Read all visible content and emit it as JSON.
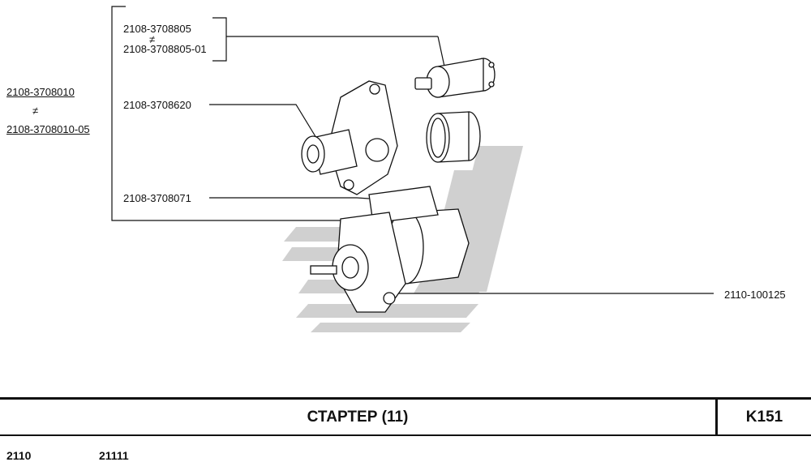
{
  "labels": {
    "assembly_1": "2108-3708010",
    "assembly_neq": "≠",
    "assembly_2": "2108-3708010-05",
    "solenoid_1": "2108-3708805",
    "solenoid_neq": "≠",
    "solenoid_2": "2108-3708805-01",
    "drive": "2108-3708620",
    "housing": "2108-3708071",
    "bolt": "2110-100125"
  },
  "footer": {
    "title": "СТАРТЕР (11)",
    "code": "K151",
    "models": [
      "2110",
      "21111"
    ]
  },
  "colors": {
    "line": "#111111",
    "watermark": "#c8c8c8"
  }
}
